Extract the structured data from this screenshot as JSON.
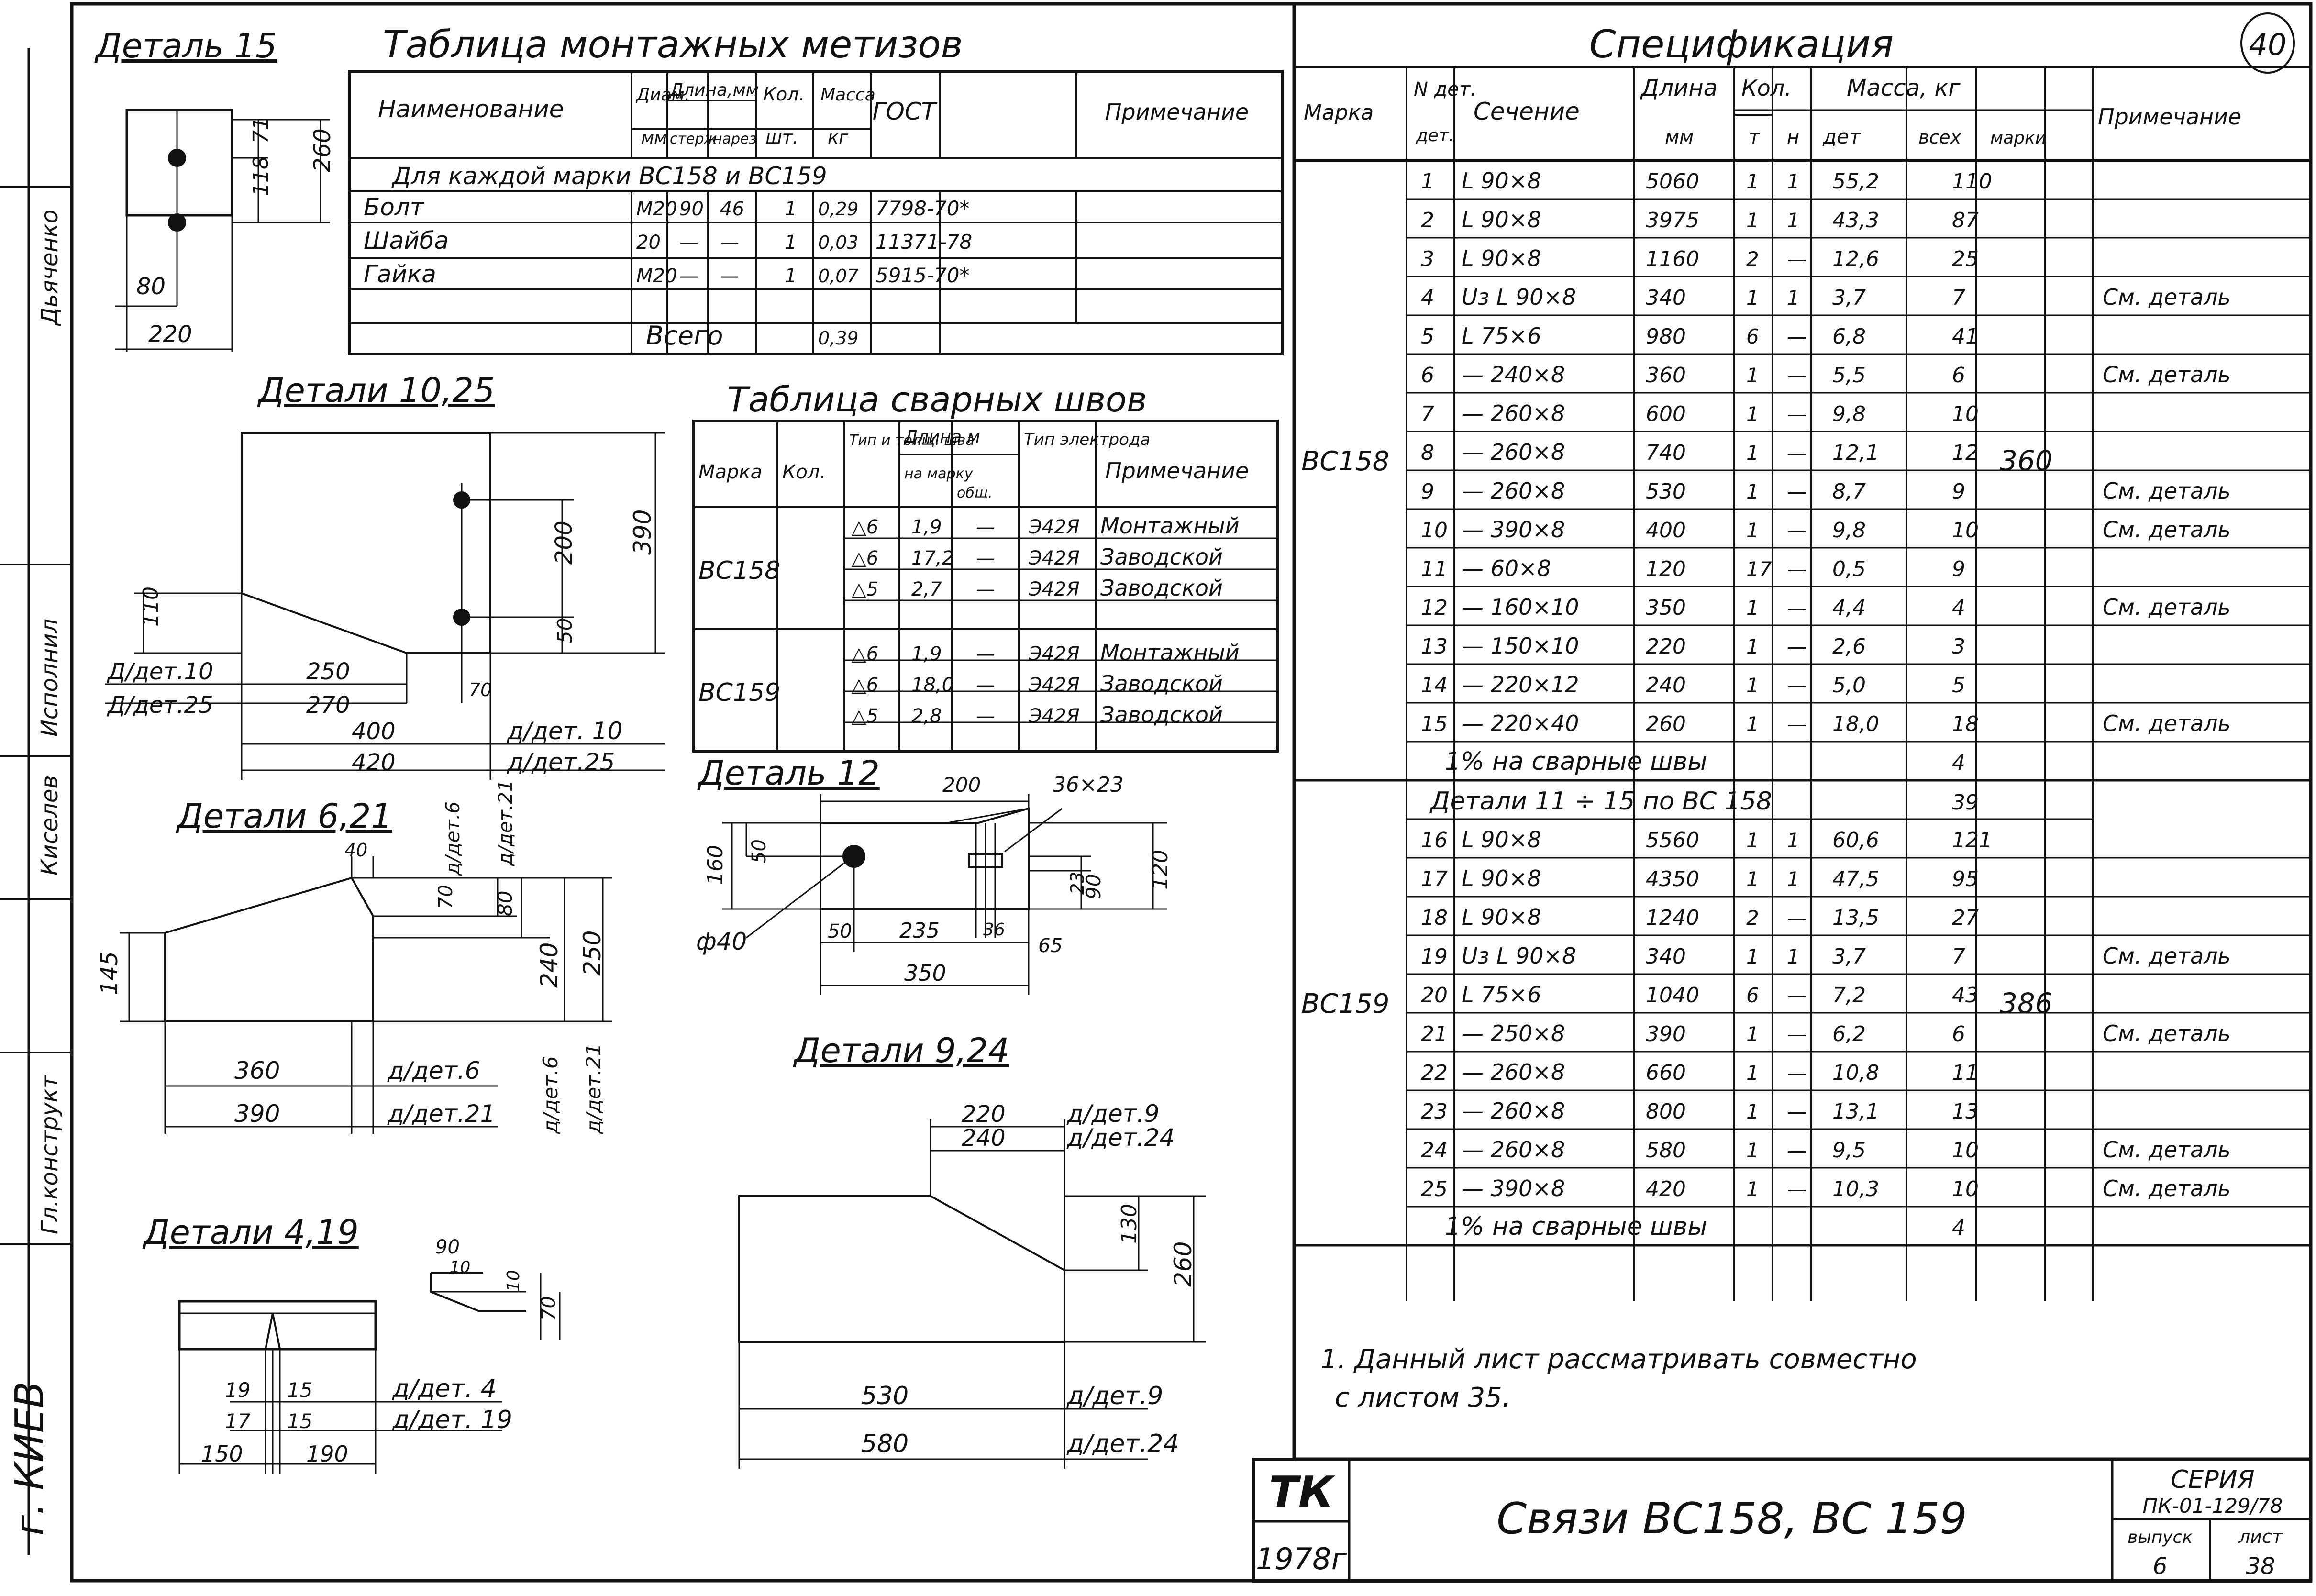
{
  "sheet_number": "40",
  "side_stamp": [
    "г. КИЕВ",
    "Гл.конструкт",
    "Киселев",
    "Исполнил",
    "Дьяченко"
  ],
  "details": {
    "d15": {
      "title": "Деталь 15",
      "dims": [
        "71",
        "118",
        "260",
        "80",
        "220"
      ]
    },
    "d10_25": {
      "title": "Детали 10,25",
      "dims": [
        "200",
        "390",
        "50",
        "110",
        "250",
        "270",
        "70",
        "400",
        "420"
      ],
      "refs": [
        "Д/дет.10",
        "Д/дет.25",
        "д/дет. 10",
        "д/дет.25"
      ]
    },
    "d6_21": {
      "title": "Детали 6,21",
      "dims": [
        "40",
        "70",
        "80",
        "145",
        "240",
        "250",
        "360",
        "390"
      ],
      "refs": [
        "д/дет.6",
        "д/дет.21",
        "д/дет.6",
        "д/дет.21",
        "д/дет.6",
        "д/дет.21"
      ]
    },
    "d4_19": {
      "title": "Детали 4,19",
      "dims": [
        "90",
        "10",
        "10",
        "70",
        "19",
        "15",
        "17",
        "15",
        "150",
        "190"
      ],
      "refs": [
        "д/дет. 4",
        "д/дет. 19"
      ]
    },
    "d12": {
      "title": "Деталь 12",
      "dims": [
        "200",
        "36×23",
        "160",
        "50",
        "23",
        "90",
        "120",
        "ф40",
        "50",
        "235",
        "36",
        "65",
        "350"
      ]
    },
    "d9_24": {
      "title": "Детали 9,24",
      "dims": [
        "220",
        "240",
        "130",
        "260",
        "530",
        "580"
      ],
      "refs": [
        "д/дет.9",
        "д/дет.24",
        "д/дет.9",
        "д/дет.24"
      ]
    }
  },
  "fasteners": {
    "title": "Таблица монтажных метизов",
    "headers": [
      "Наименование",
      "Диам.",
      "мм",
      "Длина,мм",
      "стерж",
      "нарез",
      "Кол.",
      "шт.",
      "Масса",
      "кг",
      "ГОСТ",
      "Примечание"
    ],
    "span_note": "Для каждой марки ВС158 и ВС159",
    "rows": [
      [
        "Болт",
        "М20",
        "90",
        "46",
        "1",
        "0,29",
        "7798-70*"
      ],
      [
        "Шайба",
        "20",
        "—",
        "—",
        "1",
        "0,03",
        "11371-78"
      ],
      [
        "Гайка",
        "М20",
        "—",
        "—",
        "1",
        "0,07",
        "5915-70*"
      ]
    ],
    "total_label": "Всего",
    "total_value": "0,39"
  },
  "welds": {
    "title": "Таблица сварных швов",
    "headers": [
      "Марка",
      "Кол.",
      "Тип и толщ. шва",
      "Длина м",
      "на марку",
      "общ.",
      "Тип электрода",
      "Примечание"
    ],
    "groups": [
      {
        "mark": "ВС158",
        "rows": [
          [
            "△6",
            "1,9",
            "—",
            "Э42Я",
            "Монтажный"
          ],
          [
            "△6",
            "17,2",
            "—",
            "Э42Я",
            "Заводской"
          ],
          [
            "△5",
            "2,7",
            "—",
            "Э42Я",
            "Заводской"
          ]
        ]
      },
      {
        "mark": "ВС159",
        "rows": [
          [
            "△6",
            "1,9",
            "—",
            "Э42Я",
            "Монтажный"
          ],
          [
            "△6",
            "18,0",
            "—",
            "Э42Я",
            "Заводской"
          ],
          [
            "△5",
            "2,8",
            "—",
            "Э42Я",
            "Заводской"
          ]
        ]
      }
    ]
  },
  "spec": {
    "title": "Спецификация",
    "headers": {
      "mark": "Марка",
      "num": "N дет.",
      "section": "Сечение",
      "length": "Длина",
      "length_unit": "мм",
      "qty": "Кол.",
      "t": "т",
      "n": "н",
      "mass": "Масса, кг",
      "det": "дет",
      "all": "всех",
      "marki": "марки",
      "note": "Примечание"
    },
    "groups": [
      {
        "mark": "ВС158",
        "total": "360",
        "rows": [
          [
            "1",
            "L 90×8",
            "5060",
            "1",
            "1",
            "55,2",
            "110",
            ""
          ],
          [
            "2",
            "L 90×8",
            "3975",
            "1",
            "1",
            "43,3",
            "87",
            ""
          ],
          [
            "3",
            "L 90×8",
            "1160",
            "2",
            "—",
            "12,6",
            "25",
            ""
          ],
          [
            "4",
            "Uз L 90×8",
            "340",
            "1",
            "1",
            "3,7",
            "7",
            "См. деталь"
          ],
          [
            "5",
            "L 75×6",
            "980",
            "6",
            "—",
            "6,8",
            "41",
            ""
          ],
          [
            "6",
            "— 240×8",
            "360",
            "1",
            "—",
            "5,5",
            "6",
            "См. деталь"
          ],
          [
            "7",
            "— 260×8",
            "600",
            "1",
            "—",
            "9,8",
            "10",
            ""
          ],
          [
            "8",
            "— 260×8",
            "740",
            "1",
            "—",
            "12,1",
            "12",
            ""
          ],
          [
            "9",
            "— 260×8",
            "530",
            "1",
            "—",
            "8,7",
            "9",
            "См. деталь"
          ],
          [
            "10",
            "— 390×8",
            "400",
            "1",
            "—",
            "9,8",
            "10",
            "См. деталь"
          ],
          [
            "11",
            "— 60×8",
            "120",
            "17",
            "—",
            "0,5",
            "9",
            ""
          ],
          [
            "12",
            "— 160×10",
            "350",
            "1",
            "—",
            "4,4",
            "4",
            "См. деталь"
          ],
          [
            "13",
            "— 150×10",
            "220",
            "1",
            "—",
            "2,6",
            "3",
            ""
          ],
          [
            "14",
            "— 220×12",
            "240",
            "1",
            "—",
            "5,0",
            "5",
            ""
          ],
          [
            "15",
            "— 220×40",
            "260",
            "1",
            "—",
            "18,0",
            "18",
            "См. деталь"
          ]
        ],
        "weld_label": "1% на сварные швы",
        "weld_value": "4"
      },
      {
        "mark": "ВС159",
        "total": "386",
        "pre_label": "Детали 11 ÷ 15 по ВС 158",
        "pre_value": "39",
        "rows": [
          [
            "16",
            "L 90×8",
            "5560",
            "1",
            "1",
            "60,6",
            "121",
            ""
          ],
          [
            "17",
            "L 90×8",
            "4350",
            "1",
            "1",
            "47,5",
            "95",
            ""
          ],
          [
            "18",
            "L 90×8",
            "1240",
            "2",
            "—",
            "13,5",
            "27",
            ""
          ],
          [
            "19",
            "Uз L 90×8",
            "340",
            "1",
            "1",
            "3,7",
            "7",
            "См. деталь"
          ],
          [
            "20",
            "L 75×6",
            "1040",
            "6",
            "—",
            "7,2",
            "43",
            ""
          ],
          [
            "21",
            "— 250×8",
            "390",
            "1",
            "—",
            "6,2",
            "6",
            "См. деталь"
          ],
          [
            "22",
            "— 260×8",
            "660",
            "1",
            "—",
            "10,8",
            "11",
            ""
          ],
          [
            "23",
            "— 260×8",
            "800",
            "1",
            "—",
            "13,1",
            "13",
            ""
          ],
          [
            "24",
            "— 260×8",
            "580",
            "1",
            "—",
            "9,5",
            "10",
            "См. деталь"
          ],
          [
            "25",
            "— 390×8",
            "420",
            "1",
            "—",
            "10,3",
            "10",
            "См. деталь"
          ]
        ],
        "weld_label": "1% на сварные швы",
        "weld_value": "4"
      }
    ]
  },
  "notes": [
    "1. Данный лист рассматривать совместно",
    "с листом 35."
  ],
  "title_block": {
    "logo": "ТК",
    "year": "1978г",
    "title": "Связи ВС158, ВС 159",
    "series_label": "СЕРИЯ",
    "series": "ПК-01-129/78",
    "issue_label": "выпуск",
    "issue": "6",
    "sheet_label": "лист",
    "sheet": "38"
  }
}
